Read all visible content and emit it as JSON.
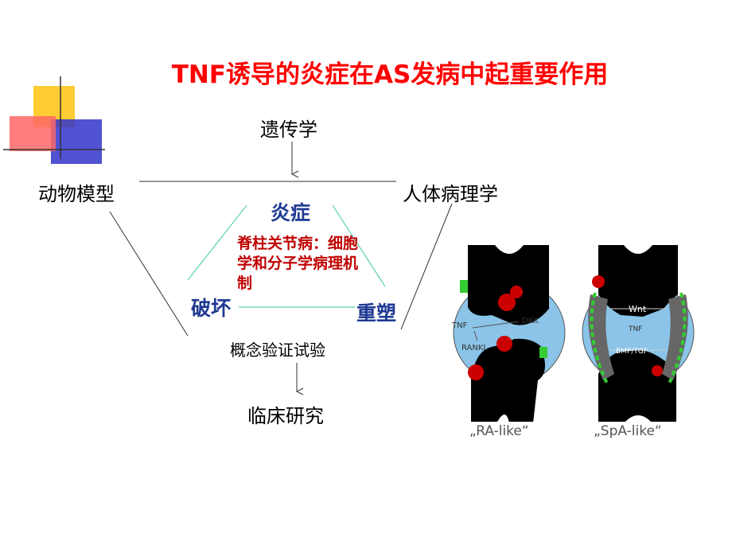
{
  "title": "TNF诱导的炎症在AS发病中起重要作用",
  "diagram": {
    "genetics": "遗传学",
    "animal_models": "动物模型",
    "human_pathology": "人体病理学",
    "inflammation": "炎症",
    "destruction": "破坏",
    "remodeling": "重塑",
    "core_text": "脊柱关节病：细胞学和分子学病理机制",
    "concept_trials": "概念验证试验",
    "clinical_research": "临床研究"
  },
  "figure": {
    "left_labels": {
      "tnf": "TNF",
      "dkk": "DKK",
      "rankl": "RANKL"
    },
    "right_labels": {
      "wnt": "Wnt",
      "tnf": "TNF",
      "bmp": "BMP/TGF"
    },
    "left_caption": "„RA-like“",
    "right_caption": "„SpA-like“"
  },
  "colors": {
    "title": "#ff0000",
    "node_blue": "#1f3a93",
    "core_red": "#c00000",
    "triangle": "#33cc99",
    "deco_yellow": "#ffcc33",
    "deco_red": "#ff6666",
    "deco_blue": "#3333cc",
    "joint_fill": "#8bc4e8",
    "lesion": "#cc0000",
    "green": "#33cc33"
  }
}
